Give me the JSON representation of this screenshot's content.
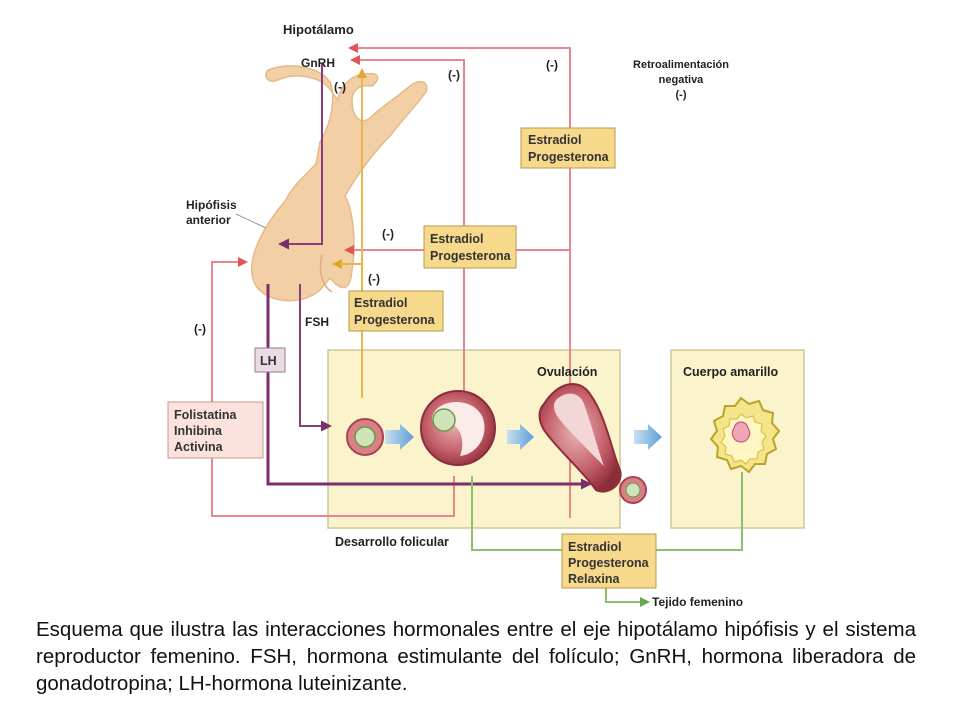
{
  "labels": {
    "hypothalamus": "Hipotálamo",
    "gnrh": "GnRH",
    "anterior_pituitary_line1": "Hipófisis",
    "anterior_pituitary_line2": "anterior",
    "fsh": "FSH",
    "lh": "LH",
    "feedback_title_line1": "Retroalimentación",
    "feedback_title_line2": "negativa",
    "feedback_title_line3": "(-)",
    "ovulation": "Ovulación",
    "corpus_luteum": "Cuerpo amarillo",
    "follicular_development": "Desarrollo folicular",
    "female_tissue": "Tejido femenino"
  },
  "negatives": [
    "(-)",
    "(-)",
    "(-)",
    "(-)",
    "(-)",
    "(-)"
  ],
  "boxes": {
    "ep_top": [
      "Estradiol",
      "Progesterona"
    ],
    "ep_mid": [
      "Estradiol",
      "Progesterona"
    ],
    "ep_low": [
      "Estradiol",
      "Progesterona"
    ],
    "fia": [
      "Folistatina",
      "Inhibina",
      "Activina"
    ],
    "epr": [
      "Estradiol",
      "Progesterona",
      "Relaxina"
    ]
  },
  "caption": "Esquema que ilustra las interacciones hormonales entre el eje hipotálamo hipófisis y el sistema reproductor femenino. FSH, hormona estimulante del folículo; GnRH, hormona liberadora de gonadotropina; LH-hormona luteinizante.",
  "colors": {
    "pituitary": "#f3cfa5",
    "box_fill": "#f7d98c",
    "panel_fill": "#fbf3cc",
    "red_line": "#e8868b",
    "green_line": "#8cc06d",
    "purple_line": "#8a3d7a",
    "yellow_line": "#e8b64a",
    "follicle": "#a8434f"
  }
}
